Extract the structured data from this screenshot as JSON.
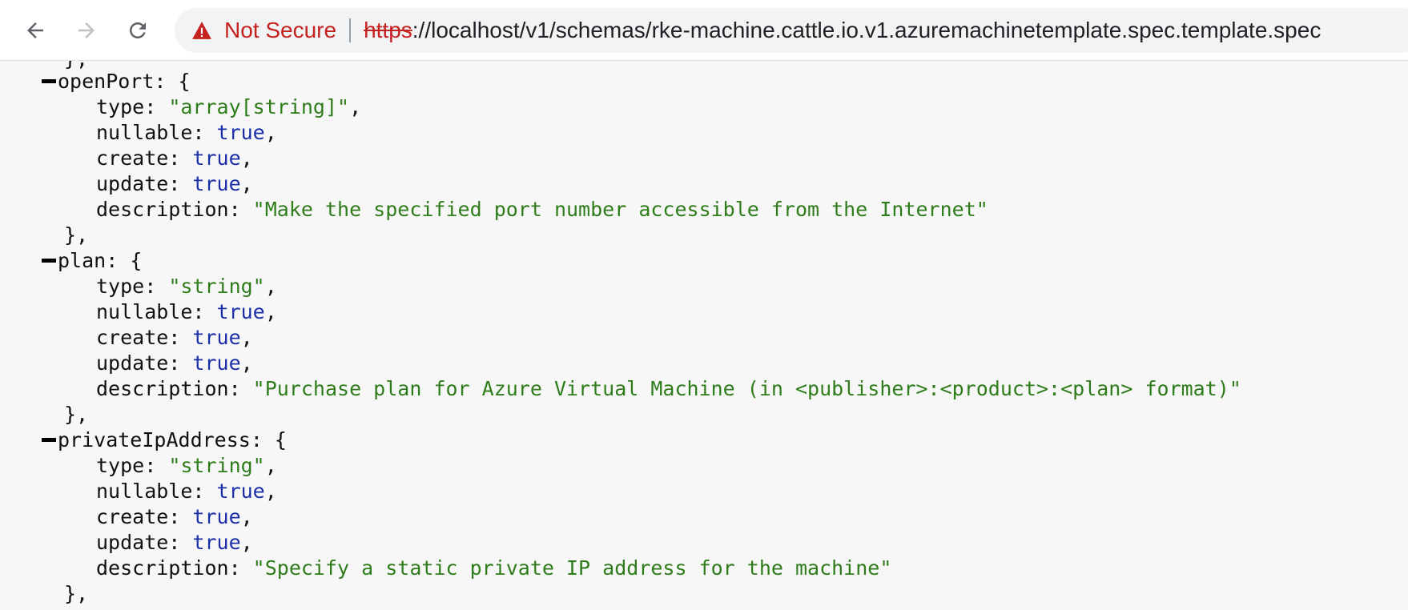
{
  "browser": {
    "security_label": "Not Secure",
    "url_scheme": "https",
    "url_rest": "://localhost/v1/schemas/rke-machine.cattle.io.v1.azuremachinetemplate.spec.template.spec"
  },
  "json_view": {
    "top_fragment": "},",
    "fields": [
      {
        "name": "openPort",
        "type": "\"array[string]\"",
        "nullable": "true",
        "create": "true",
        "update": "true",
        "description": "\"Make the specified port number accessible from the Internet\""
      },
      {
        "name": "plan",
        "type": "\"string\"",
        "nullable": "true",
        "create": "true",
        "update": "true",
        "description": "\"Purchase plan for Azure Virtual Machine (in <publisher>:<product>:<plan> format)\""
      },
      {
        "name": "privateIpAddress",
        "type": "\"string\"",
        "nullable": "true",
        "create": "true",
        "update": "true",
        "description": "\"Specify a static private IP address for the machine\""
      }
    ]
  },
  "colors": {
    "string": "#2e7d1a",
    "boolean": "#1a2ea8",
    "insecure": "#c5221f"
  },
  "icons": {
    "back": "arrow-back-icon",
    "forward": "arrow-forward-icon",
    "reload": "reload-icon",
    "warning": "warning-triangle-icon",
    "collapse": "collapse-minus-icon"
  }
}
